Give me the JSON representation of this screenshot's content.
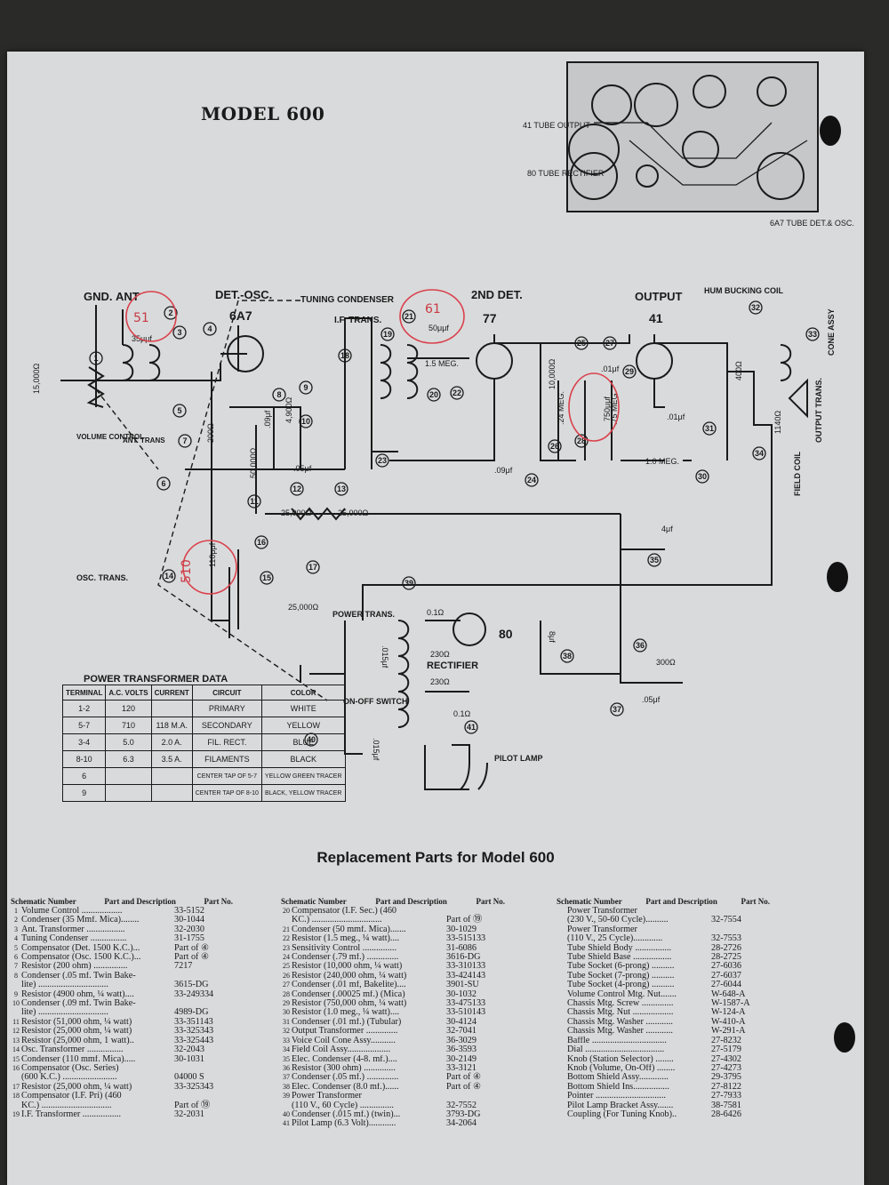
{
  "model_title": "MODEL 600",
  "chassis_labels": {
    "output_tube": "41 TUBE OUTPUT",
    "rectifier_tube": "80 TUBE RECTIFIER",
    "osc_tube": "6A7 TUBE DET.& OSC."
  },
  "schematic_labels": {
    "gnd": "GND.",
    "ant": "ANT",
    "det_osc": "DET.-OSC.",
    "tuning_condenser": "TUNING CONDENSER",
    "tube_6a7": "6A7",
    "if_trans": "I.F. TRANS.",
    "second_det": "2ND DET.",
    "tube_77": "77",
    "output": "OUTPUT",
    "tube_41": "41",
    "hum_bucking": "HUM BUCKING COIL",
    "cone_assy": "CONE ASSY",
    "output_trans": "OUTPUT TRANS.",
    "field_coil": "FIELD COIL",
    "volume_control": "VOLUME CONTROL",
    "ant_trans": "ANT. TRANS",
    "osc_trans": "OSC. TRANS.",
    "power_trans": "POWER TRANS.",
    "rectifier": "RECTIFIER",
    "tube_80": "80",
    "on_off_switch": "ON-OFF SWITCH",
    "pilot_lamp": "PILOT LAMP",
    "r_15000": "15,000Ω",
    "r_200": "200Ω",
    "r_4900": "4,900Ω",
    "r_50000": "50,000Ω",
    "r_25000a": "25,000Ω",
    "r_25000b": "25,000Ω",
    "r_25000c": "25,000Ω",
    "r_1_5meg": "1.5 MEG.",
    "r_10000": "10,000Ω",
    "r_24meg": ".24 MEG.",
    "r_75meg": ".75 MEG.",
    "r_1meg": "1.0 MEG.",
    "r_300": "300Ω",
    "r_400": "400Ω",
    "r_1140": "1140Ω",
    "r_230a": "230Ω",
    "r_230b": "230Ω",
    "c_05": ".05μf",
    "c_09": ".09μf",
    "c_09b": ".09μf",
    "c_01": ".01μf",
    "c_01b": ".01μf",
    "c_4": "4μf",
    "c_8": "8μf",
    "c_015": ".015μf",
    "c_015b": ".015μf",
    "c_05b": ".05μf",
    "c_50": "50μμf",
    "c_35": "35μμf",
    "c_110": "110μμf",
    "c_750": "750μμf",
    "c_0_1": "0.1Ω",
    "c_0_1b": "0.1Ω"
  },
  "annotations": {
    "a1": "51",
    "a2": "61",
    "a3": "510"
  },
  "power_table": {
    "title": "POWER TRANSFORMER DATA",
    "headers": [
      "TERMINAL",
      "A.C. VOLTS",
      "CURRENT",
      "CIRCUIT",
      "COLOR"
    ],
    "rows": [
      [
        "1-2",
        "120",
        "",
        "PRIMARY",
        "WHITE"
      ],
      [
        "5-7",
        "710",
        "118 M.A.",
        "SECONDARY",
        "YELLOW"
      ],
      [
        "3-4",
        "5.0",
        "2.0 A.",
        "FIL. RECT.",
        "BLUE"
      ],
      [
        "8-10",
        "6.3",
        "3.5 A.",
        "FILAMENTS",
        "BLACK"
      ],
      [
        "6",
        "",
        "",
        "CENTER TAP OF 5-7",
        "YELLOW GREEN TRACER"
      ],
      [
        "9",
        "",
        "",
        "CENTER TAP OF 8-10",
        "BLACK, YELLOW TRACER"
      ]
    ]
  },
  "parts_title": "Replacement Parts for Model 600",
  "parts_header": {
    "schematic": "Schematic Number",
    "desc": "Part and Description",
    "part": "Part No."
  },
  "parts": [
    [
      [
        "1",
        "Volume Control ..................",
        "33-5152"
      ],
      [
        "2",
        "Condenser (35 Mmf. Mica)........",
        "30-1044"
      ],
      [
        "3",
        "Ant. Transformer .................",
        "32-2030"
      ],
      [
        "4",
        "Tuning Condenser ................",
        "31-1755"
      ],
      [
        "5",
        "Compensator (Det. 1500 K.C.)...",
        "Part of ④"
      ],
      [
        "6",
        "Compensator (Osc. 1500 K.C.)...",
        "Part of ④"
      ],
      [
        "7",
        "Resistor (200 ohm) ...............",
        "7217"
      ],
      [
        "8",
        "Condenser (.05 mf. Twin Bake-",
        ""
      ],
      [
        "",
        "lite) ...............................",
        "3615-DG"
      ],
      [
        "9",
        "Resistor (4900 ohm, ¼ watt)....",
        "33-249334"
      ],
      [
        "10",
        "Condenser (.09 mf. Twin Bake-",
        ""
      ],
      [
        "",
        "lite) ...............................",
        "4989-DG"
      ],
      [
        "11",
        "Resistor (51,000 ohm, ¼ watt)",
        "33-351143"
      ],
      [
        "12",
        "Resistor (25,000 ohm, ¼ watt)",
        "33-325343"
      ],
      [
        "13",
        "Resistor (25,000 ohm, 1 watt)..",
        "33-325443"
      ],
      [
        "14",
        "Osc. Transformer ................",
        "32-2043"
      ],
      [
        "15",
        "Condenser (110 mmf. Mica).....",
        "30-1031"
      ],
      [
        "16",
        "Compensator (Osc. Series)",
        ""
      ],
      [
        "",
        "(600 K.C.) ........................",
        "04000 S"
      ],
      [
        "17",
        "Resistor (25,000 ohm, ¼ watt)",
        "33-325343"
      ],
      [
        "18",
        "Compensator (I.F. Pri) (460",
        ""
      ],
      [
        "",
        "KC.) ...............................",
        "Part of ⑲"
      ],
      [
        "19",
        "I.F. Transformer .................",
        "32-2031"
      ]
    ],
    [
      [
        "20",
        "Compensator (I.F. Sec.) (460",
        ""
      ],
      [
        "",
        "KC.) ...............................",
        "Part of ⑲"
      ],
      [
        "21",
        "Condenser (50 mmf. Mica).......",
        "30-1029"
      ],
      [
        "22",
        "Resistor (1.5 meg., ¼ watt)....",
        "33-515133"
      ],
      [
        "23",
        "Sensitivity Control ...............",
        "31-6086"
      ],
      [
        "24",
        "Condenser (.79 mf.) ..............",
        "3616-DG"
      ],
      [
        "25",
        "Resistor (10,000 ohm, ¼ watt)",
        "33-310133"
      ],
      [
        "26",
        "Resistor (240,000 ohm, ¼ watt)",
        "33-424143"
      ],
      [
        "27",
        "Condenser (.01 mf, Bakelite)....",
        "3901-SU"
      ],
      [
        "28",
        "Condenser (.00025 mf.) (Mica)",
        "30-1032"
      ],
      [
        "29",
        "Resistor (750,000 ohm, ¼ watt)",
        "33-475133"
      ],
      [
        "30",
        "Resistor (1.0 meg., ¼ watt)....",
        "33-510143"
      ],
      [
        "31",
        "Condenser (.01 mf.) (Tubular)",
        "30-4124"
      ],
      [
        "32",
        "Output Transformer ..............",
        "32-7041"
      ],
      [
        "33",
        "Voice Coil Cone Assy...........",
        "36-3029"
      ],
      [
        "34",
        "Field Coil Assy...................",
        "36-3593"
      ],
      [
        "35",
        "Elec. Condenser (4-8. mf.)....",
        "30-2149"
      ],
      [
        "36",
        "Resistor (300 ohm) ..............",
        "33-3121"
      ],
      [
        "37",
        "Condenser (.05 mf.) ..............",
        "Part of ④"
      ],
      [
        "38",
        "Elec. Condenser (8.0 mf.)......",
        "Part of ④"
      ],
      [
        "39",
        "Power Transformer",
        ""
      ],
      [
        "",
        "(110 V., 60 Cycle) ...............",
        "32-7552"
      ],
      [
        "40",
        "Condenser (.015 mf.) (twin)...",
        "3793-DG"
      ],
      [
        "41",
        "Pilot Lamp (6.3 Volt)............",
        "34-2064"
      ]
    ],
    [
      [
        "",
        "Power Transformer",
        ""
      ],
      [
        "",
        "(230 V., 50-60 Cycle)..........",
        "32-7554"
      ],
      [
        "",
        "Power Transformer",
        ""
      ],
      [
        "",
        "(110 V., 25 Cycle).............",
        "32-7553"
      ],
      [
        "",
        "Tube Shield Body ................",
        "28-2726"
      ],
      [
        "",
        "Tube Shield Base .................",
        "28-2725"
      ],
      [
        "",
        "Tube Socket (6-prong) ..........",
        "27-6036"
      ],
      [
        "",
        "Tube Socket (7-prong) ..........",
        "27-6037"
      ],
      [
        "",
        "Tube Socket (4-prong) ..........",
        "27-6044"
      ],
      [
        "",
        "Volume Control Mtg. Nut.......",
        "W-648-A"
      ],
      [
        "",
        "Chassis Mtg. Screw ..............",
        "W-1587-A"
      ],
      [
        "",
        "Chassis Mtg. Nut ..................",
        "W-124-A"
      ],
      [
        "",
        "Chassis Mtg. Washer ............",
        "W-410-A"
      ],
      [
        "",
        "Chassis Mtg. Washer ............",
        "W-291-A"
      ],
      [
        "",
        "Baffle .................................",
        "27-8232"
      ],
      [
        "",
        "Dial ...................................",
        "27-5179"
      ],
      [
        "",
        "Knob (Station Selector) ........",
        "27-4302"
      ],
      [
        "",
        "Knob (Volume, On-Off) ........",
        "27-4273"
      ],
      [
        "",
        "Bottom Shield Assy.............",
        "29-3795"
      ],
      [
        "",
        "Bottom Shield Ins................",
        "27-8122"
      ],
      [
        "",
        "Pointer ...............................",
        "27-7933"
      ],
      [
        "",
        "Pilot Lamp Bracket Assy.......",
        "38-7581"
      ],
      [
        "",
        "Coupling (For Tuning Knob)..",
        "28-6426"
      ]
    ]
  ]
}
